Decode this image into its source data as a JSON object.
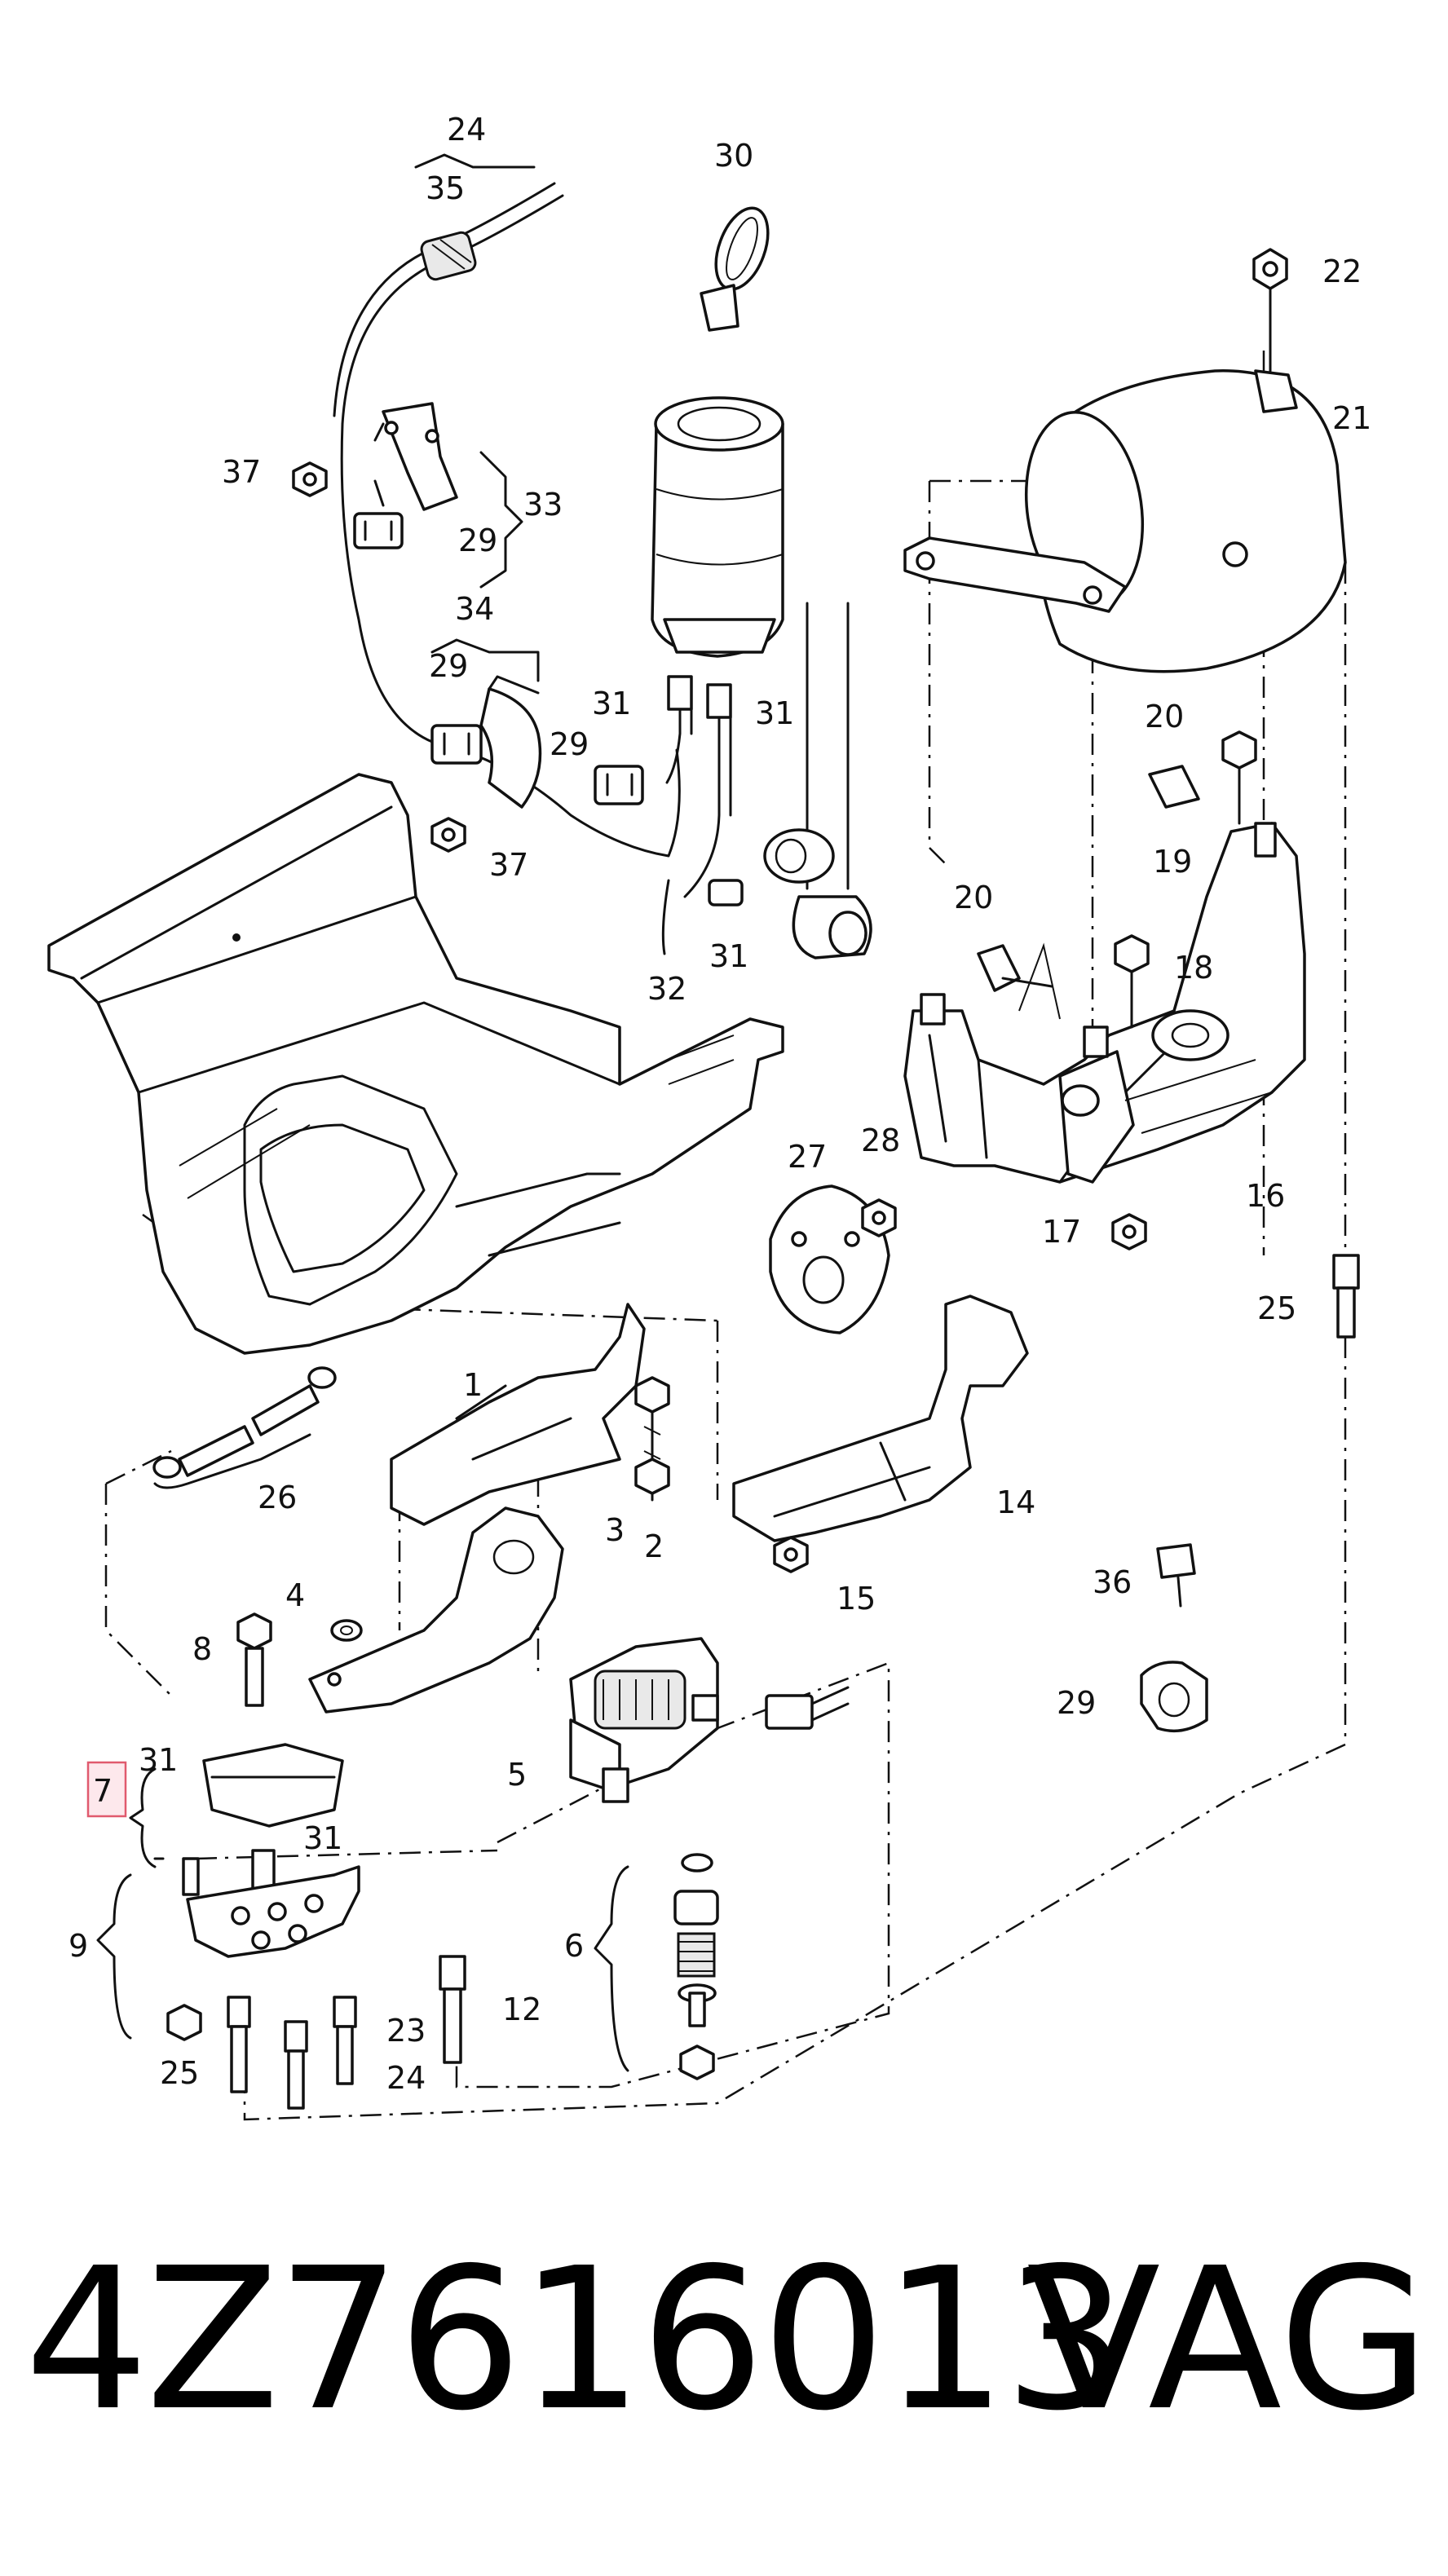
{
  "diagram": {
    "callouts": [
      {
        "id": "c1",
        "text": "1"
      },
      {
        "id": "c2",
        "text": "2"
      },
      {
        "id": "c3",
        "text": "3"
      },
      {
        "id": "c4",
        "text": "4"
      },
      {
        "id": "c5",
        "text": "5"
      },
      {
        "id": "c6",
        "text": "6"
      },
      {
        "id": "c7",
        "text": "7"
      },
      {
        "id": "c8",
        "text": "8"
      },
      {
        "id": "c9",
        "text": "9"
      },
      {
        "id": "c12",
        "text": "12"
      },
      {
        "id": "c14",
        "text": "14"
      },
      {
        "id": "c15",
        "text": "15"
      },
      {
        "id": "c16",
        "text": "16"
      },
      {
        "id": "c17",
        "text": "17"
      },
      {
        "id": "c18",
        "text": "18"
      },
      {
        "id": "c19",
        "text": "19"
      },
      {
        "id": "c20a",
        "text": "20"
      },
      {
        "id": "c20b",
        "text": "20"
      },
      {
        "id": "c21",
        "text": "21"
      },
      {
        "id": "c22",
        "text": "22"
      },
      {
        "id": "c23",
        "text": "23"
      },
      {
        "id": "c24a",
        "text": "24"
      },
      {
        "id": "c24b",
        "text": "24"
      },
      {
        "id": "c25a",
        "text": "25"
      },
      {
        "id": "c25b",
        "text": "25"
      },
      {
        "id": "c26",
        "text": "26"
      },
      {
        "id": "c27",
        "text": "27"
      },
      {
        "id": "c28",
        "text": "28"
      },
      {
        "id": "c29a",
        "text": "29"
      },
      {
        "id": "c29b",
        "text": "29"
      },
      {
        "id": "c29c",
        "text": "29"
      },
      {
        "id": "c29d",
        "text": "29"
      },
      {
        "id": "c30",
        "text": "30"
      },
      {
        "id": "c31a",
        "text": "31"
      },
      {
        "id": "c31b",
        "text": "31"
      },
      {
        "id": "c31c",
        "text": "31"
      },
      {
        "id": "c31d",
        "text": "31"
      },
      {
        "id": "c31e",
        "text": "31"
      },
      {
        "id": "c32",
        "text": "32"
      },
      {
        "id": "c33",
        "text": "33"
      },
      {
        "id": "c34",
        "text": "34"
      },
      {
        "id": "c35",
        "text": "35"
      },
      {
        "id": "c36",
        "text": "36"
      },
      {
        "id": "c37a",
        "text": "37"
      },
      {
        "id": "c37b",
        "text": "37"
      }
    ]
  },
  "footer": {
    "part_number": "4Z7616013",
    "brand": "VAG"
  },
  "colors": {
    "line": "#111111",
    "highlight_fill": "#fde8ec",
    "highlight_stroke": "#e05a6e"
  }
}
